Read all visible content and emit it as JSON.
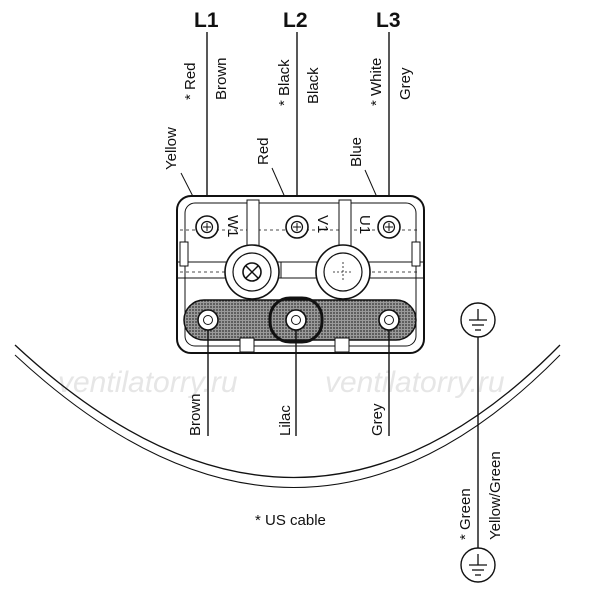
{
  "phases": {
    "l1": "L1",
    "l2": "L2",
    "l3": "L3"
  },
  "top_wires": {
    "l1_us": "* Red",
    "l1_eu": "Brown",
    "l2_us": "* Black",
    "l2_eu": "Black",
    "l3_us": "* White",
    "l3_eu": "Grey",
    "w1": "Yellow",
    "v1": "Red",
    "u1": "Blue"
  },
  "terminal_marks": {
    "w1": "W1",
    "v1": "V1",
    "u1": "U1"
  },
  "bottom_wires": {
    "left": "Brown",
    "middle": "Lilac",
    "right": "Grey"
  },
  "earth": {
    "us": "* Green",
    "eu": "Yellow/Green"
  },
  "footnote": "* US cable",
  "watermark": "ventilatorry.ru",
  "colors": {
    "line": "#111111",
    "hatch": "#555555",
    "watermark": "#e6e6e6"
  }
}
